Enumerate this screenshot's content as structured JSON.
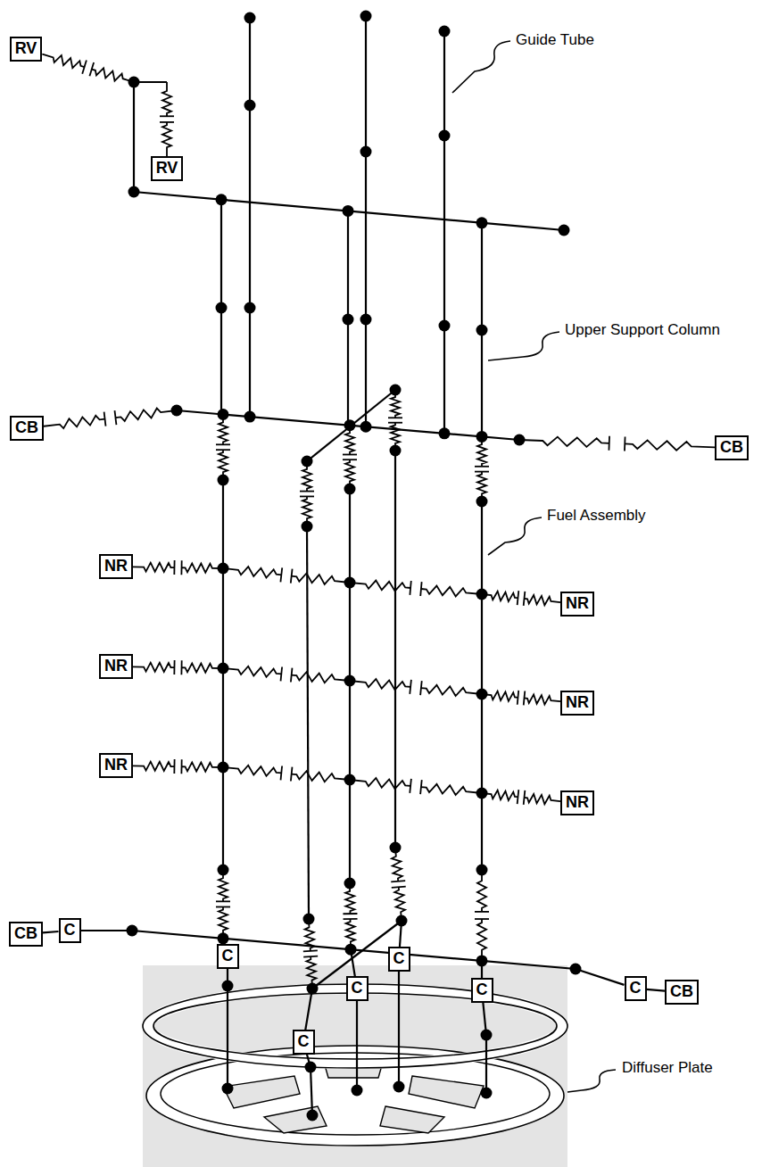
{
  "diagram": {
    "nodes": [
      {
        "text": [
          "RV"
        ]
      },
      {
        "text": [
          "RV"
        ]
      },
      {
        "text": [
          "CB"
        ]
      },
      {
        "text": [
          "CB"
        ]
      },
      {
        "text": [
          "NR"
        ]
      },
      {
        "text": [
          "NR"
        ]
      },
      {
        "text": [
          "NR"
        ]
      },
      {
        "text": [
          "NR"
        ]
      },
      {
        "text": [
          "NR"
        ]
      },
      {
        "text": [
          "NR"
        ]
      },
      {
        "text": [
          "CB"
        ]
      },
      {
        "text": [
          "C"
        ]
      },
      {
        "text": [
          "C"
        ]
      },
      {
        "text": [
          "C"
        ]
      },
      {
        "text": [
          "C"
        ]
      },
      {
        "text": [
          "C"
        ]
      },
      {
        "text": [
          "CB"
        ]
      },
      {
        "text": [
          "C"
        ]
      },
      {
        "text": [
          "C"
        ]
      }
    ],
    "edges": [
      {
        "from": 10,
        "to": 11,
        "arrow": "none"
      },
      {
        "from": 15,
        "to": 16,
        "arrow": "none"
      }
    ],
    "labels": [
      "Guide Tube",
      "Upper Support Column",
      "Fuel Assembly",
      "Diffuser Plate"
    ]
  }
}
